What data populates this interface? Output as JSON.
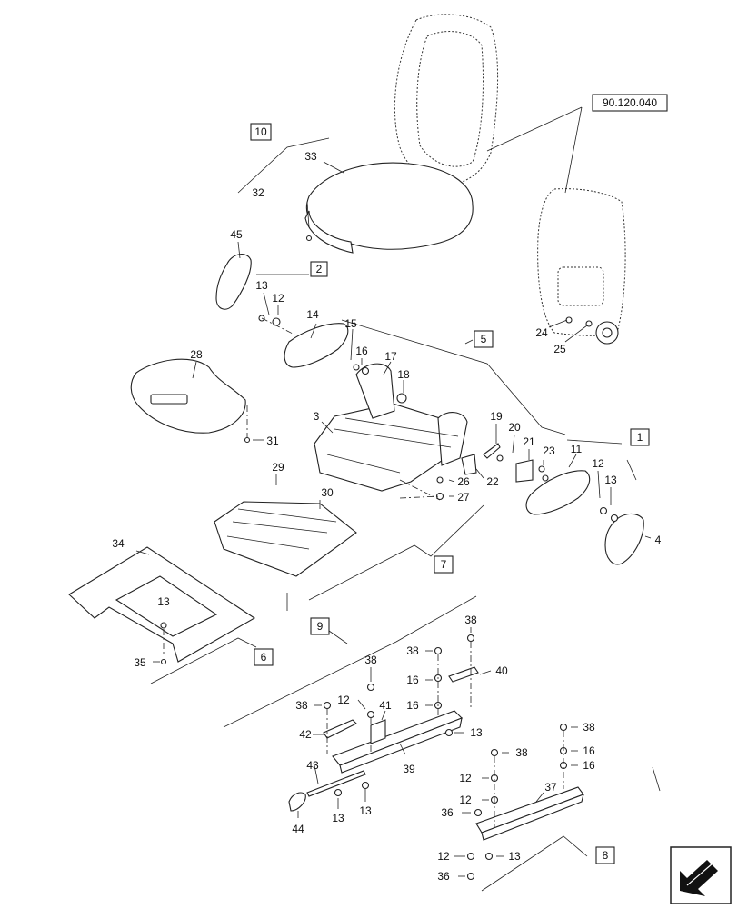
{
  "reference_box": "90.120.040",
  "group_labels": [
    "10",
    "2",
    "5",
    "1",
    "7",
    "6",
    "9",
    "8"
  ],
  "part_labels": [
    "33",
    "32",
    "45",
    "13",
    "12",
    "14",
    "15",
    "16",
    "17",
    "18",
    "28",
    "3",
    "31",
    "29",
    "30",
    "19",
    "20",
    "21",
    "23",
    "26",
    "27",
    "22",
    "11",
    "12",
    "13",
    "4",
    "24",
    "25",
    "34",
    "13",
    "35",
    "38",
    "38",
    "40",
    "16",
    "38",
    "16",
    "12",
    "41",
    "38",
    "42",
    "13",
    "43",
    "39",
    "44",
    "13",
    "13",
    "38",
    "16",
    "16",
    "38",
    "12",
    "37",
    "12",
    "36",
    "12",
    "13",
    "36"
  ]
}
